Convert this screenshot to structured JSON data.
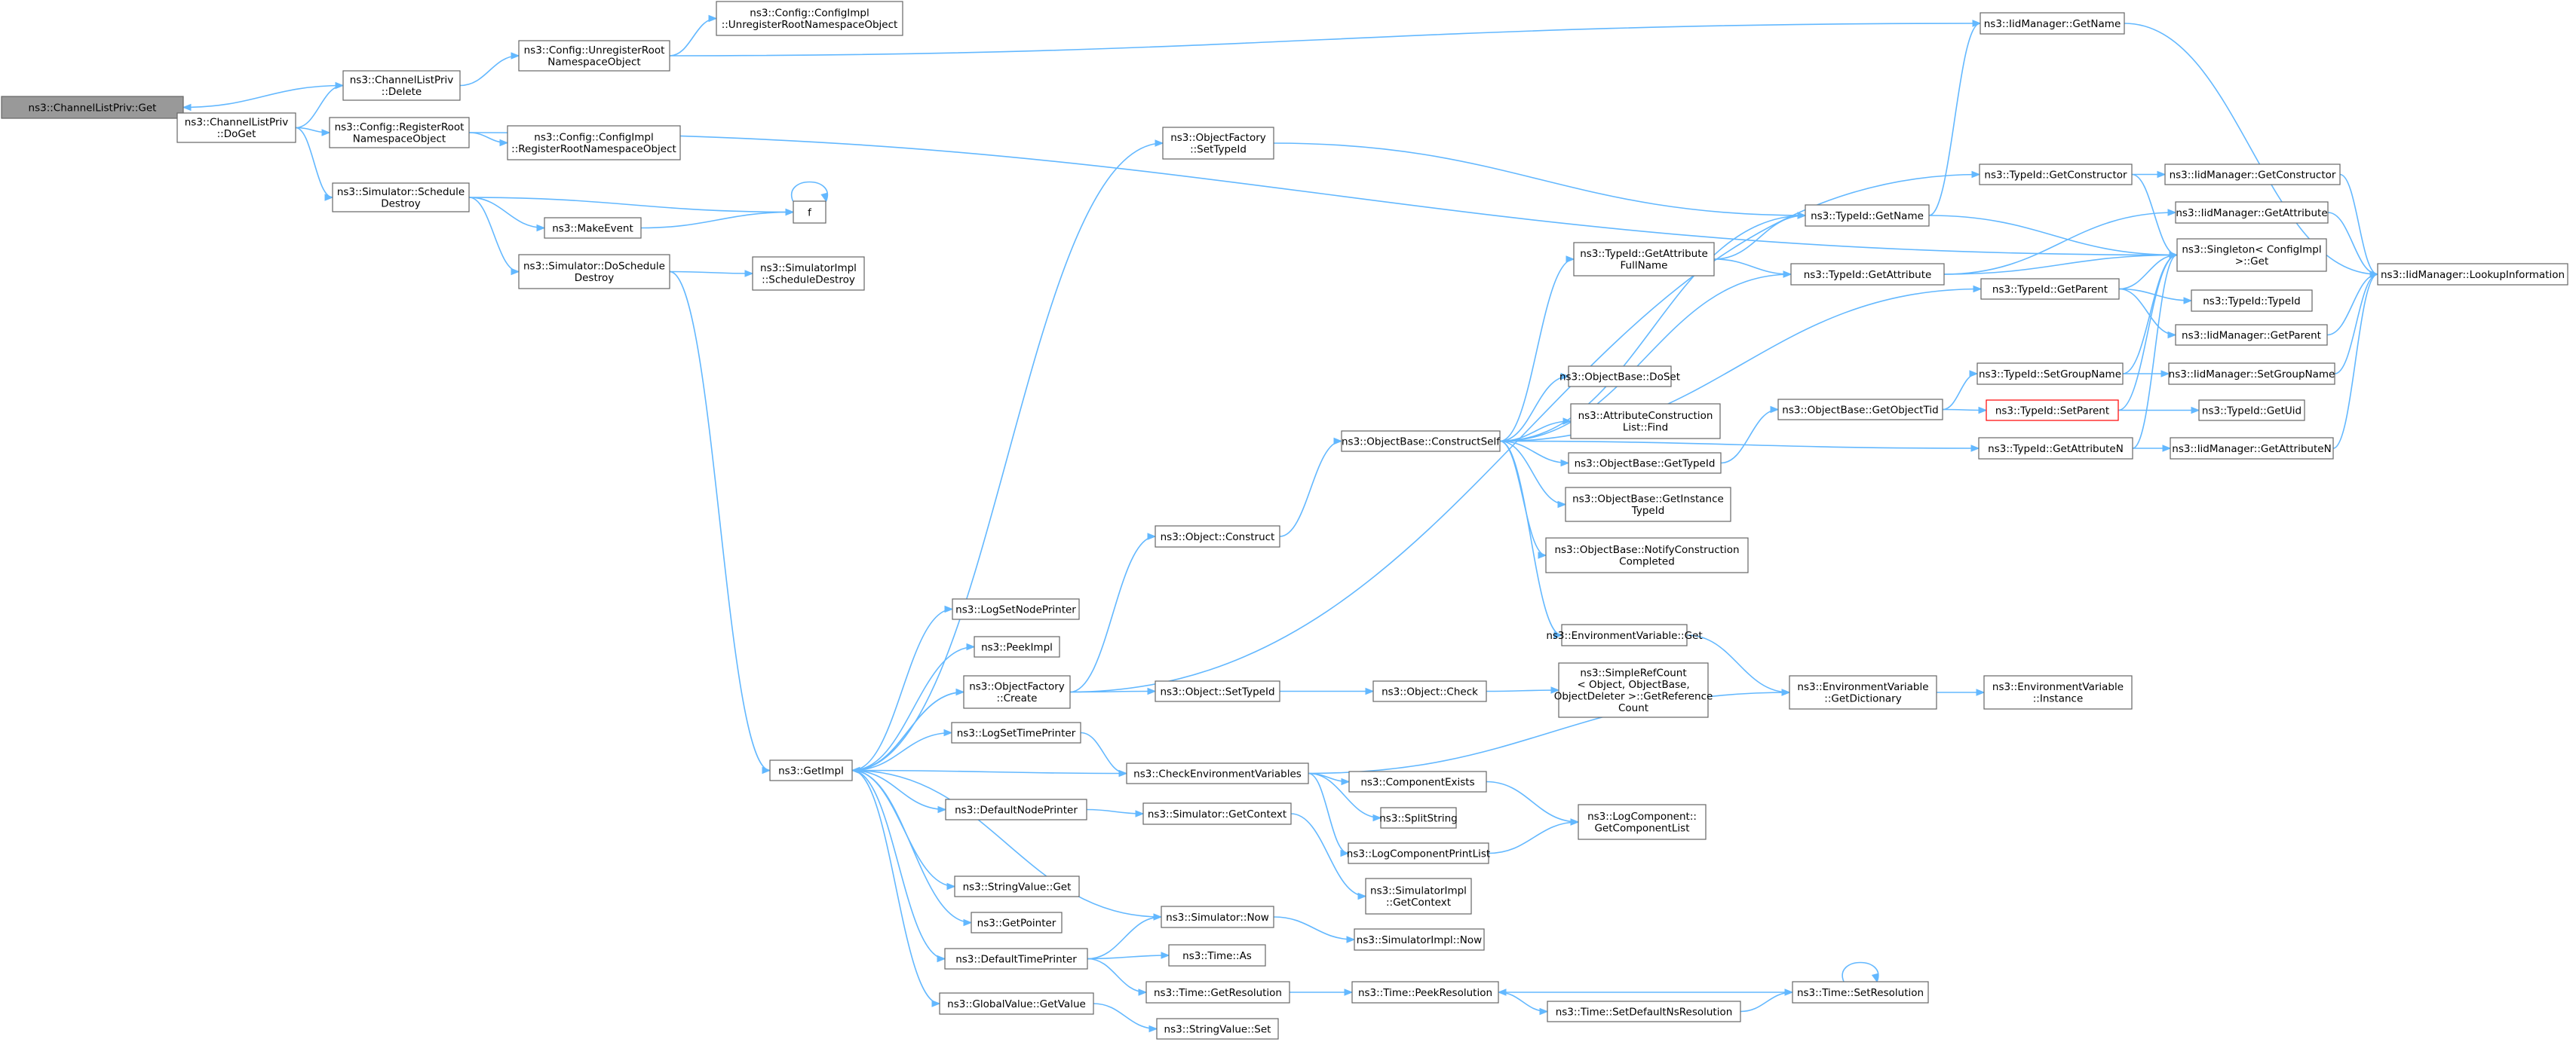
{
  "nodes": {
    "root": [
      "ns3::ChannelListPriv::Get"
    ],
    "doget": [
      "ns3::ChannelListPriv",
      "::DoGet"
    ],
    "del": [
      "ns3::ChannelListPriv",
      "::Delete"
    ],
    "unreg": [
      "ns3::Config::UnregisterRoot",
      "NamespaceObject"
    ],
    "ciunreg": [
      "ns3::Config::ConfigImpl",
      "::UnregisterRootNamespaceObject"
    ],
    "reg": [
      "ns3::Config::RegisterRoot",
      "NamespaceObject"
    ],
    "cireg": [
      "ns3::Config::ConfigImpl",
      "::RegisterRootNamespaceObject"
    ],
    "schdestroy": [
      "ns3::Simulator::Schedule",
      "Destroy"
    ],
    "f": [
      "f"
    ],
    "makeevent": [
      "ns3::MakeEvent"
    ],
    "doschdestroy": [
      "ns3::Simulator::DoSchedule",
      "Destroy"
    ],
    "simimplsd": [
      "ns3::SimulatorImpl",
      "::ScheduleDestroy"
    ],
    "ofsettypeid": [
      "ns3::ObjectFactory",
      "::SetTypeId"
    ],
    "getimpl": [
      "ns3::GetImpl"
    ],
    "logsetnode": [
      "ns3::LogSetNodePrinter"
    ],
    "peekimpl": [
      "ns3::PeekImpl"
    ],
    "ofcreate": [
      "ns3::ObjectFactory",
      "::Create"
    ],
    "logsettime": [
      "ns3::LogSetTimePrinter"
    ],
    "defnode": [
      "ns3::DefaultNodePrinter"
    ],
    "strvalget": [
      "ns3::StringValue::Get"
    ],
    "getpointer": [
      "ns3::GetPointer"
    ],
    "deftime": [
      "ns3::DefaultTimePrinter"
    ],
    "gvgetvalue": [
      "ns3::GlobalValue::GetValue"
    ],
    "objconstruct": [
      "ns3::Object::Construct"
    ],
    "objsettypeid": [
      "ns3::Object::SetTypeId"
    ],
    "objcheck": [
      "ns3::Object::Check"
    ],
    "checkenv": [
      "ns3::CheckEnvironmentVariables"
    ],
    "simgetctx": [
      "ns3::Simulator::GetContext"
    ],
    "simnow": [
      "ns3::Simulator::Now"
    ],
    "timeas": [
      "ns3::Time::As"
    ],
    "timegetres": [
      "ns3::Time::GetResolution"
    ],
    "strvalset": [
      "ns3::StringValue::Set"
    ],
    "compexists": [
      "ns3::ComponentExists"
    ],
    "splitstring": [
      "ns3::SplitString"
    ],
    "logcompprint": [
      "ns3::LogComponentPrintList"
    ],
    "simimplgetctx": [
      "ns3::SimulatorImpl",
      "::GetContext"
    ],
    "simimplnow": [
      "ns3::SimulatorImpl::Now"
    ],
    "peekres": [
      "ns3::Time::PeekResolution"
    ],
    "setdefns": [
      "ns3::Time::SetDefaultNsResolution"
    ],
    "setres": [
      "ns3::Time::SetResolution"
    ],
    "logcompgetlist": [
      "ns3::LogComponent::",
      "GetComponentList"
    ],
    "obconstructself": [
      "ns3::ObjectBase::ConstructSelf"
    ],
    "tidgetattrfull": [
      "ns3::TypeId::GetAttribute",
      "FullName"
    ],
    "obdoset": [
      "ns3::ObjectBase::DoSet"
    ],
    "acfind": [
      "ns3::AttributeConstruction",
      "List::Find"
    ],
    "obgettypeid": [
      "ns3::ObjectBase::GetTypeId"
    ],
    "obgetinst": [
      "ns3::ObjectBase::GetInstance",
      "TypeId"
    ],
    "obnotify": [
      "ns3::ObjectBase::NotifyConstruction",
      "Completed"
    ],
    "envget": [
      "ns3::EnvironmentVariable::Get"
    ],
    "simplerefcount": [
      "ns3::SimpleRefCount",
      "< Object, ObjectBase,",
      "ObjectDeleter >::GetReference",
      "Count"
    ],
    "envgetdict": [
      "ns3::EnvironmentVariable",
      "::GetDictionary"
    ],
    "envinstance": [
      "ns3::EnvironmentVariable",
      "::Instance"
    ],
    "tidgetname": [
      "ns3::TypeId::GetName"
    ],
    "tidgetattr": [
      "ns3::TypeId::GetAttribute"
    ],
    "obgetobjtid": [
      "ns3::ObjectBase::GetObjectTid"
    ],
    "iidgetname": [
      "ns3::IidManager::GetName"
    ],
    "tidgetctor": [
      "ns3::TypeId::GetConstructor"
    ],
    "tidgetparent": [
      "ns3::TypeId::GetParent"
    ],
    "tidsetgroup": [
      "ns3::TypeId::SetGroupName"
    ],
    "tidsetparent": [
      "ns3::TypeId::SetParent"
    ],
    "tidgetattrn": [
      "ns3::TypeId::GetAttributeN"
    ],
    "iidgetctor": [
      "ns3::IidManager::GetConstructor"
    ],
    "iidgetattr": [
      "ns3::IidManager::GetAttribute"
    ],
    "singleton": [
      "ns3::Singleton< ConfigImpl",
      ">::Get"
    ],
    "tidtypeid": [
      "ns3::TypeId::TypeId"
    ],
    "iidgetparent": [
      "ns3::IidManager::GetParent"
    ],
    "iidsetgroup": [
      "ns3::IidManager::SetGroupName"
    ],
    "tidgetuid": [
      "ns3::TypeId::GetUid"
    ],
    "iidgetattrn": [
      "ns3::IidManager::GetAttributeN"
    ],
    "iidlookup": [
      "ns3::IidManager::LookupInformation"
    ]
  }
}
